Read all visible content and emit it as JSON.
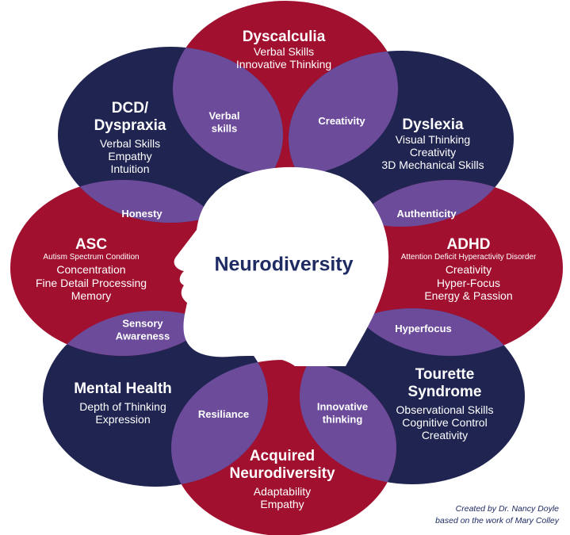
{
  "colors": {
    "crimson": "#a1102f",
    "navy": "#1f2450",
    "purple": "#6c4b9b",
    "head": "#ffffff",
    "center_text": "#1f2b63"
  },
  "center_label": "Neurodiversity",
  "head_icon": "head-silhouette-icon",
  "petals": {
    "dyscalculia": {
      "title": "Dyscalculia",
      "traits": [
        "Verbal Skills",
        "Innovative Thinking"
      ]
    },
    "dyslexia": {
      "title": "Dyslexia",
      "traits": [
        "Visual Thinking",
        "Creativity",
        "3D Mechanical Skills"
      ]
    },
    "adhd": {
      "title": "ADHD",
      "subtitle": "Attention Deficit Hyperactivity Disorder",
      "traits": [
        "Creativity",
        "Hyper-Focus",
        "Energy & Passion"
      ]
    },
    "tourette": {
      "title_lines": [
        "Tourette",
        "Syndrome"
      ],
      "traits": [
        "Observational Skills",
        "Cognitive Control",
        "Creativity"
      ]
    },
    "acquired": {
      "title_lines": [
        "Acquired",
        "Neurodiversity"
      ],
      "traits": [
        "Adaptability",
        "Empathy"
      ]
    },
    "mental_health": {
      "title": "Mental Health",
      "traits": [
        "Depth of Thinking",
        "Expression"
      ]
    },
    "asc": {
      "title": "ASC",
      "subtitle": "Autism Spectrum Condition",
      "traits": [
        "Concentration",
        "Fine Detail Processing",
        "Memory"
      ]
    },
    "dcd": {
      "title_lines": [
        "DCD/",
        "Dyspraxia"
      ],
      "traits": [
        "Verbal Skills",
        "Empathy",
        "Intuition"
      ]
    }
  },
  "overlaps": {
    "verbal_skills": [
      "Verbal",
      "skills"
    ],
    "creativity": [
      "Creativity"
    ],
    "authenticity": [
      "Authenticity"
    ],
    "hyperfocus": [
      "Hyperfocus"
    ],
    "innovative_thinking": [
      "Innovative",
      "thinking"
    ],
    "resiliance": [
      "Resiliance"
    ],
    "sensory_awareness": [
      "Sensory",
      "Awareness"
    ],
    "honesty": [
      "Honesty"
    ]
  },
  "credit": {
    "line1": "Created by Dr. Nancy Doyle",
    "line2": "based on the work of Mary Colley"
  }
}
